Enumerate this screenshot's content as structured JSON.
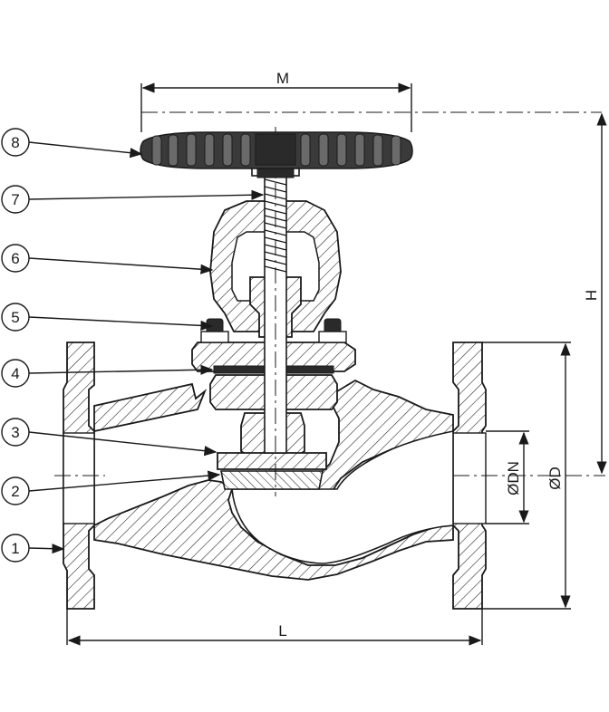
{
  "dimensions": {
    "handwheel_diameter": "M",
    "height": "H",
    "nominal_diameter": "ØDN",
    "flange_diameter": "ØD",
    "length": "L"
  },
  "callouts": [
    {
      "number": "1"
    },
    {
      "number": "2"
    },
    {
      "number": "3"
    },
    {
      "number": "4"
    },
    {
      "number": "5"
    },
    {
      "number": "6"
    },
    {
      "number": "7"
    },
    {
      "number": "8"
    }
  ],
  "colors": {
    "line": "#1a1a1a",
    "background": "#ffffff"
  }
}
